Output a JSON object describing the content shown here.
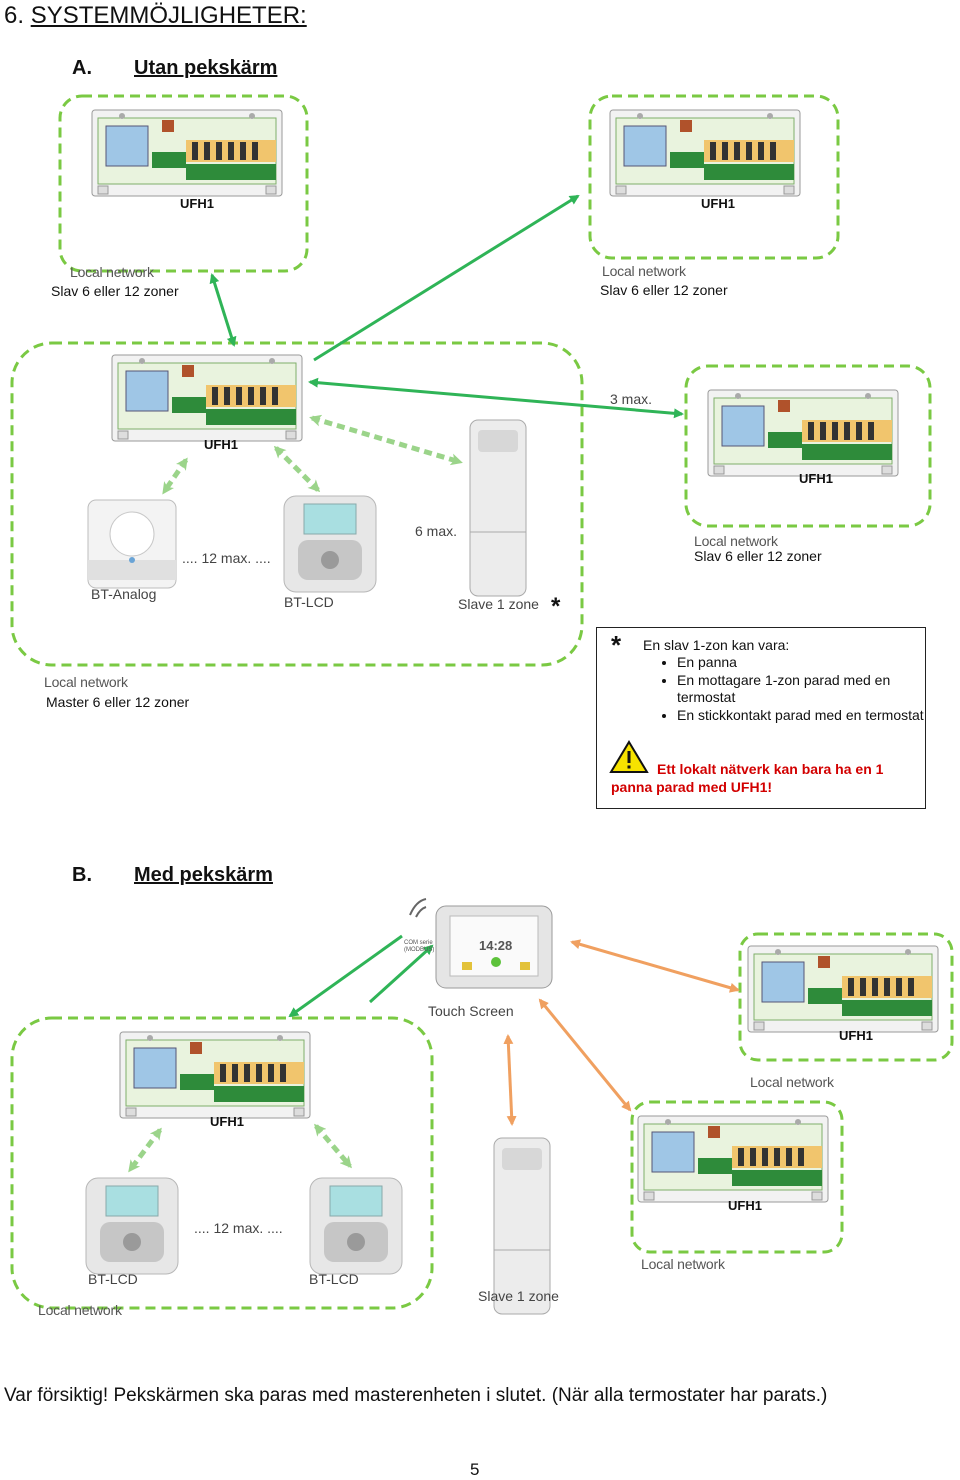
{
  "heading": {
    "number": "6.",
    "title": "SYSTEMMÖJLIGHETER:"
  },
  "section_a": {
    "letter": "A.",
    "title": "Utan pekskärm"
  },
  "section_b": {
    "letter": "B.",
    "title": "Med pekskärm"
  },
  "ufh_label": "UFH1",
  "local_network": "Local network",
  "slave_zones": "Slav 6 eller 12 zoner",
  "master_zones": "Master 6 eller 12 zoner",
  "three_max": "3 max.",
  "six_max": "6 max.",
  "twelve_max": ".... 12 max. ....",
  "bt_analog": "BT-Analog",
  "bt_lcd": "BT-LCD",
  "slave_1_zone": "Slave 1 zone",
  "asterisk": "*",
  "touch_screen": "Touch Screen",
  "touch_time": "14:28",
  "com_label": "COM serie (MODBUS)",
  "note": {
    "star": "*",
    "title": "En slav 1-zon kan vara:",
    "items": [
      "En panna",
      "En mottagare 1-zon parad med en termostat",
      "En stickkontakt parad med en termostat"
    ],
    "warning_line1": "Ett lokalt nätverk kan bara ha en 1",
    "warning_line2": "panna parad med UFH1!"
  },
  "footer": "Var försiktig! Pekskärmen ska paras med masterenheten i slutet. (När alla termostater har parats.)",
  "page_number": "5",
  "colors": {
    "network_green": "#7ac943",
    "arrow_green": "#2fb457",
    "arrow_orange": "#f0a060",
    "warning_red": "#d20000"
  }
}
